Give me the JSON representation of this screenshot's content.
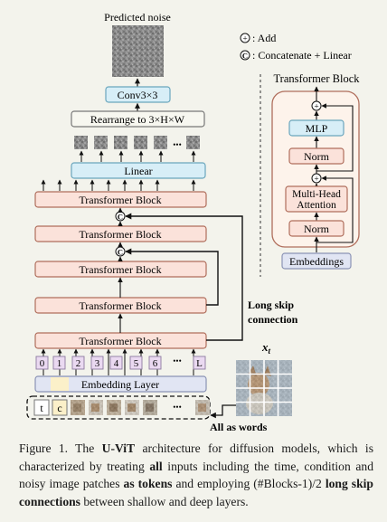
{
  "output_label": "Predicted noise",
  "conv_label": "Conv3×3",
  "rearrange_label": "Rearrange to 3×H×W",
  "linear_label": "Linear",
  "transformer_block_label": "Transformer Block",
  "embedding_label": "Embedding Layer",
  "token_t": "t",
  "token_c": "c",
  "ellipsis": "•••",
  "position_labels": [
    "0",
    "1",
    "2",
    "3",
    "4",
    "5",
    "6",
    "L"
  ],
  "long_skip_label": [
    "Long skip",
    "connection"
  ],
  "all_as_words": "All as words",
  "input_label": "x",
  "input_subscript": "t",
  "legend": {
    "add_symbol": "+",
    "add_label": ": Add",
    "concat_symbol": "C",
    "concat_label": ": Concatenate + Linear"
  },
  "block_detail": {
    "title": "Transformer Block",
    "mlp": "MLP",
    "norm": "Norm",
    "attention_line1": "Multi-Head",
    "attention_line2": "Attention",
    "embeddings": "Embeddings"
  },
  "caption": {
    "prefix": "Figure 1. The ",
    "model": "U-ViT",
    "part1": " architecture for diffusion models, which is characterized by treating ",
    "all": "all",
    "part2": " inputs including the time, condition and noisy image patches ",
    "as_tokens": "as tokens",
    "part3": " and employing (#Blocks-1)/2 ",
    "long_skip": "long skip connections",
    "part4": " between shallow and deep layers."
  },
  "colors": {
    "background": "#f3f3ec",
    "block_fill": "#fbe2da",
    "block_stroke": "#b06e5c",
    "linear_fill": "#d7eef7",
    "linear_stroke": "#6aa6bd",
    "embedding_fill": "#e1e5f3",
    "position_fill": "#ead9f1",
    "detail_panel": "#fdf3eb"
  }
}
